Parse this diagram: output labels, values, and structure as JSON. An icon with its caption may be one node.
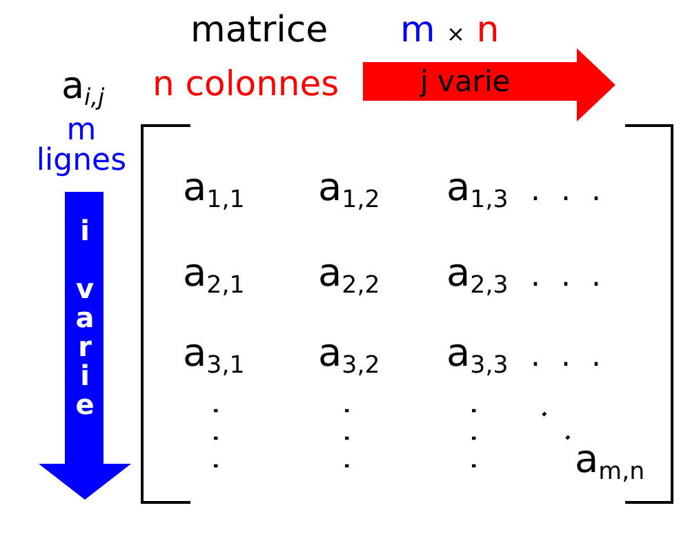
{
  "diagram": {
    "title": "matrice m × n",
    "nodes": [
      {
        "text": [
          "j varie"
        ],
        "beside": [
          "n colonnes"
        ]
      },
      {
        "text": [
          "i varie"
        ],
        "beside": [
          "m lignes"
        ]
      }
    ],
    "labels": [
      "a$_{i,j}$",
      "a$_{1,1}$",
      "a$_{1,2}$",
      "a$_{1,3}$",
      ". . .",
      "a$_{2,1}$",
      "a$_{2,2}$",
      "a$_{2,3}$",
      ". . .",
      "a$_{3,1}$",
      "a$_{3,2}$",
      "a$_{3,3}$",
      ". . .",
      ". . .",
      ". . .",
      ". . .",
      ". .",
      "a$_{m,n}$"
    ]
  }
}
